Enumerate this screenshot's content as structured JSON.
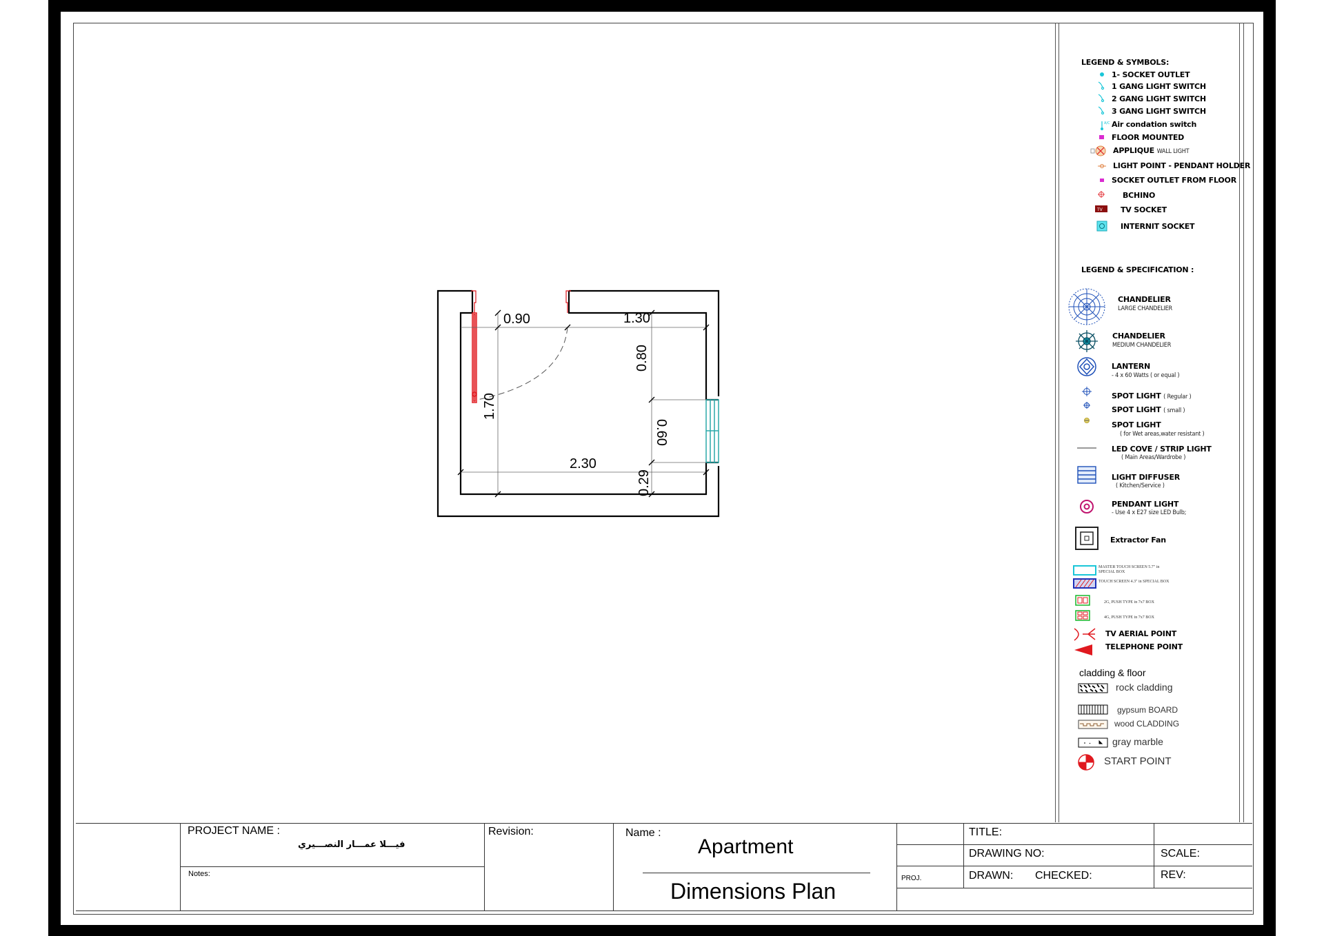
{
  "legend_symbols": {
    "heading": "LEGEND & SYMBOLS:",
    "items": [
      {
        "label": "1- SOCKET OUTLET",
        "icon": "socket-outlet-icon"
      },
      {
        "label": "1 GANG LIGHT SWITCH",
        "icon": "switch-icon"
      },
      {
        "label": "2 GANG LIGHT SWITCH",
        "icon": "switch-icon"
      },
      {
        "label": "3 GANG LIGHT SWITCH",
        "icon": "switch-icon"
      },
      {
        "label": "Air condation switch",
        "icon": "ac-switch-icon",
        "mark": "A/C"
      },
      {
        "label": "FLOOR MOUNTED",
        "icon": "floor-mounted-icon"
      },
      {
        "label": "APPLIQUE",
        "sub": "WALL LIGHT",
        "icon": "wall-light-icon"
      },
      {
        "label": "LIGHT POINT - PENDANT HOLDER",
        "icon": "pendant-holder-icon"
      },
      {
        "label": "SOCKET OUTLET FROM FLOOR",
        "icon": "floor-socket-icon"
      },
      {
        "label": "BCHINO",
        "icon": "bchino-icon"
      },
      {
        "label": "TV SOCKET",
        "icon": "tv-socket-icon",
        "mark": "TV"
      },
      {
        "label": "INTERNIT SOCKET",
        "icon": "internet-socket-icon"
      }
    ]
  },
  "legend_spec": {
    "heading": "LEGEND  & SPECIFICATION :",
    "items": [
      {
        "label": "CHANDELIER",
        "sub": "LARGE CHANDELIER",
        "icon": "large-chandelier-icon"
      },
      {
        "label": "CHANDELIER",
        "sub": "MEDIUM CHANDELIER",
        "icon": "medium-chandelier-icon"
      },
      {
        "label": "LANTERN",
        "sub": "- 4 x 60 Watts ( or equal )",
        "icon": "lantern-icon"
      },
      {
        "label": "SPOT LIGHT",
        "sub": "( Regular )",
        "icon": "spot-light-icon"
      },
      {
        "label": "SPOT LIGHT",
        "sub": "( small )",
        "icon": "spot-light-small-icon"
      },
      {
        "label": "SPOT LIGHT",
        "sub": "( for Wet areas,water resistant )",
        "icon": "spot-light-wet-icon"
      },
      {
        "label": "LED COVE / STRIP LIGHT",
        "sub": "( Main Areas/Wardrobe )",
        "icon": "strip-light-icon"
      },
      {
        "label": "LIGHT DIFFUSER",
        "sub": "( Kitchen/Service )",
        "icon": "light-diffuser-icon"
      },
      {
        "label": "PENDANT LIGHT",
        "sub": "- Use 4 x   E27 size LED Bulb;",
        "icon": "pendant-light-icon"
      },
      {
        "label": "Extractor Fan",
        "icon": "extractor-fan-icon"
      }
    ],
    "touch": [
      {
        "label": "MASTER TOUCH SCREEN 5.7\" in SPECIAL BOX",
        "icon": "master-touch-screen-icon"
      },
      {
        "label": "TOUCH SCREEN 4.3\" in SPECIAL BOX",
        "icon": "touch-screen-icon"
      },
      {
        "label": "2G, PUSH TYPE in 7x7 BOX",
        "icon": "push-2g-icon"
      },
      {
        "label": "4G, PUSH TYPE in 7x7 BOX",
        "icon": "push-4g-icon"
      }
    ],
    "tv_aerial": "TV AERIAL POINT",
    "telephone": "TELEPHONE POINT"
  },
  "cladding": {
    "heading": "cladding & floor",
    "items": [
      {
        "label": "rock cladding",
        "icon": "rock-cladding-icon"
      },
      {
        "label": "gypsum BOARD",
        "icon": "gypsum-board-icon"
      },
      {
        "label": "wood CLADDING",
        "icon": "wood-cladding-icon"
      },
      {
        "label": "gray marble",
        "icon": "gray-marble-icon"
      },
      {
        "label": "START POINT",
        "icon": "start-point-icon"
      }
    ]
  },
  "plan": {
    "dims": {
      "d090": "0.90",
      "d130": "1.30",
      "d080": "0.80",
      "d170": "1.70",
      "d060": "0.60",
      "d230": "2.30",
      "d029": "0.29"
    }
  },
  "title_block": {
    "project_name_label": "PROJECT NAME :",
    "project_name_value": "فيـــلا عمـــار النصـــيري",
    "notes_label": "Notes:",
    "revision_label": "Revision:",
    "name_label": "Name :",
    "name_line1": "Apartment",
    "name_line2": "Dimensions Plan",
    "proj_label": "PROJ.",
    "title_label": "TITLE:",
    "drawing_no_label": "DRAWING NO:",
    "scale_label": "SCALE:",
    "drawn_label": "DRAWN:",
    "checked_label": "CHECKED:",
    "rev_label": "REV:"
  },
  "colors": {
    "frame": "#000000",
    "red": "#e0191f",
    "cyan": "#19c6d8",
    "teal": "#2aa9a9",
    "magenta": "#d92bd0",
    "blue": "#1d4fb8",
    "darkred": "#8b0f0f"
  }
}
